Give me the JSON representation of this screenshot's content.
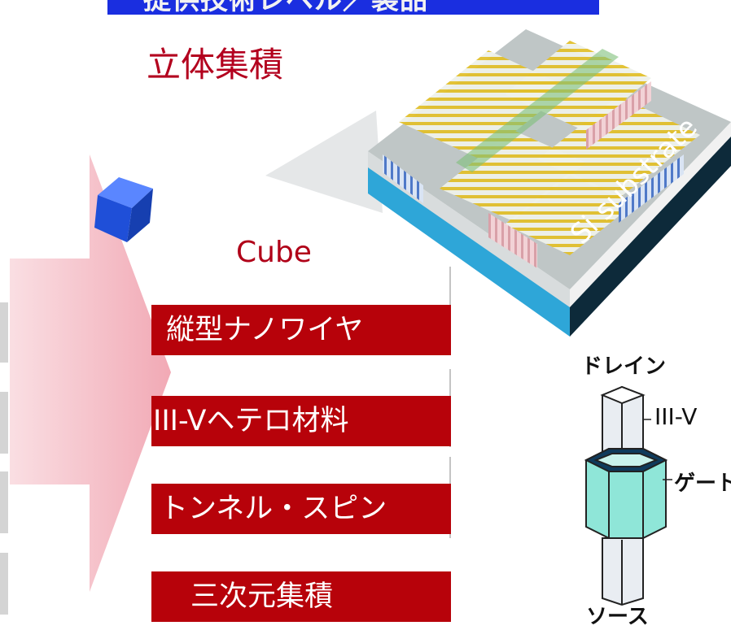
{
  "banner": {
    "text": "提供技術レベル／製品"
  },
  "heading": "立体集積",
  "cube_label": "Cube",
  "features": [
    "縦型ナノワイヤ",
    "III-Vヘテロ材料",
    "トンネル・スピン",
    "三次元集積"
  ],
  "chip": {
    "substrate_label": "Si substrate"
  },
  "transistor": {
    "drain_label": "ドレイン",
    "material_label": "III-V",
    "gate_label": "ゲート",
    "source_label": "ソース"
  },
  "colors": {
    "banner_blue": "#1a2ee0",
    "heading_red": "#b3001e",
    "box_red": "#b7020a",
    "arrow_pink": "#f2b8c0",
    "substrate_cyan": "#33aede",
    "nanowire_yellow": "#e8c52a",
    "gate_cyan": "#8fe6d8"
  }
}
